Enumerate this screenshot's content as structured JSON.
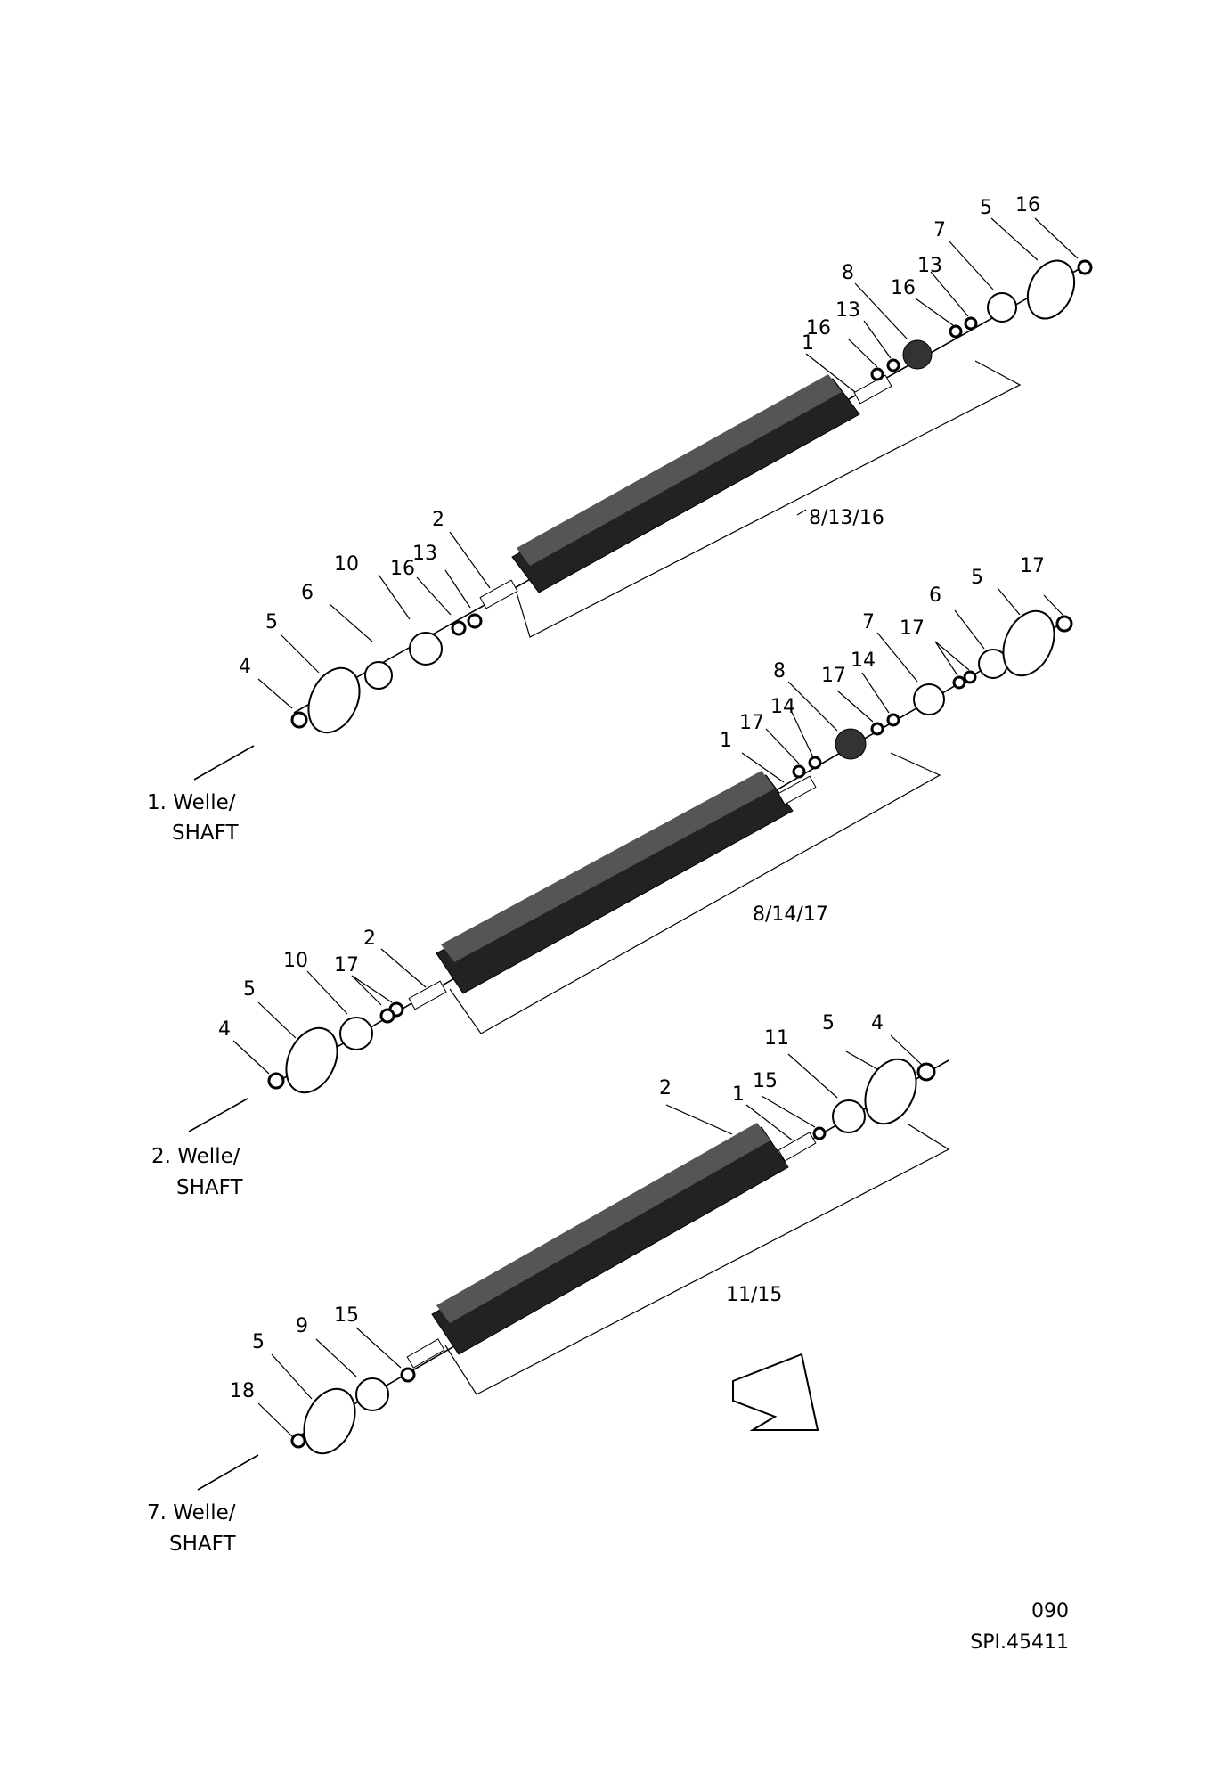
{
  "shaft_groups": [
    {
      "caption_line1": "1. Welle/",
      "caption_line2": "SHAFT",
      "group_label": "8/13/16",
      "callouts": [
        "1",
        "2",
        "4",
        "5",
        "5",
        "6",
        "7",
        "8",
        "10",
        "13",
        "13",
        "13",
        "16",
        "16",
        "16",
        "16"
      ]
    },
    {
      "caption_line1": "2. Welle/",
      "caption_line2": "SHAFT",
      "group_label": "8/14/17",
      "callouts": [
        "1",
        "2",
        "4",
        "5",
        "5",
        "6",
        "7",
        "8",
        "10",
        "14",
        "14",
        "17",
        "17",
        "17",
        "17",
        "17"
      ]
    },
    {
      "caption_line1": "7. Welle/",
      "caption_line2": "SHAFT",
      "group_label": "11/15",
      "callouts": [
        "1",
        "2",
        "4",
        "5",
        "5",
        "9",
        "11",
        "15",
        "15",
        "18"
      ]
    }
  ],
  "page_code": "090",
  "doc_ref": "SPI.45411"
}
